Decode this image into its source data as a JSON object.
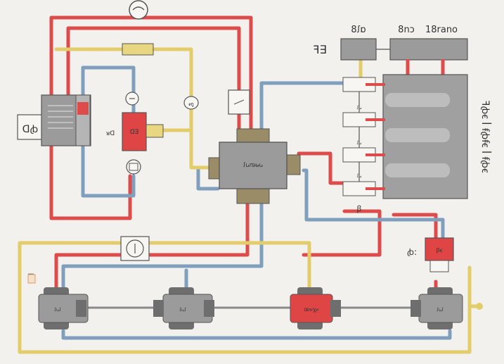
{
  "colors": {
    "background": "#f2f1ee",
    "red_wire": "#dd4b4b",
    "blue_wire": "#7f9fbd",
    "yellow_wire": "#e3cd6a",
    "component_gray": "#9b9b9b",
    "component_dark": "#6e6e6e",
    "relay_red": "#e04545",
    "mount_tan": "#9b8c68",
    "fuse_yellow": "#e8d680"
  },
  "labels": {
    "top_label_1": "8ꭍɒ",
    "top_label_2": "8nɔ",
    "top_label_3": "18rano",
    "left_header_tag": "ꟻ∃",
    "left_box_label": "ᗡꞗ",
    "relay_left_tag": "ᴚᗡ",
    "relay_text": "ꓷꓱ",
    "hub_text": "ꭍꭎꬺꭏꭎ",
    "gauge_small": "ꬽꬼ",
    "bottom_red_relay_text": "ꭀꮃꭓꮄ",
    "right_relay_tag": "ꞗ꞉",
    "right_relay_text": "ꞵꞓ",
    "right_block_side_text": "ꟻꞗꞓ  ꟾ  ꞙꞗꞙꞓ  ꟾ  ꞙꞗꞓ",
    "terminal_small_1": "ꭍꭎ",
    "terminal_small_2": "ꭍꭎ",
    "terminal_small_3": "ꭍꭎ",
    "bottom_terminal_label": "ꞵ",
    "block_text_1": "ꭍꭎꭍ",
    "block_text_2": "ꭍꭎꭍ",
    "block_text_3": "ꭍꭎꭍ"
  }
}
